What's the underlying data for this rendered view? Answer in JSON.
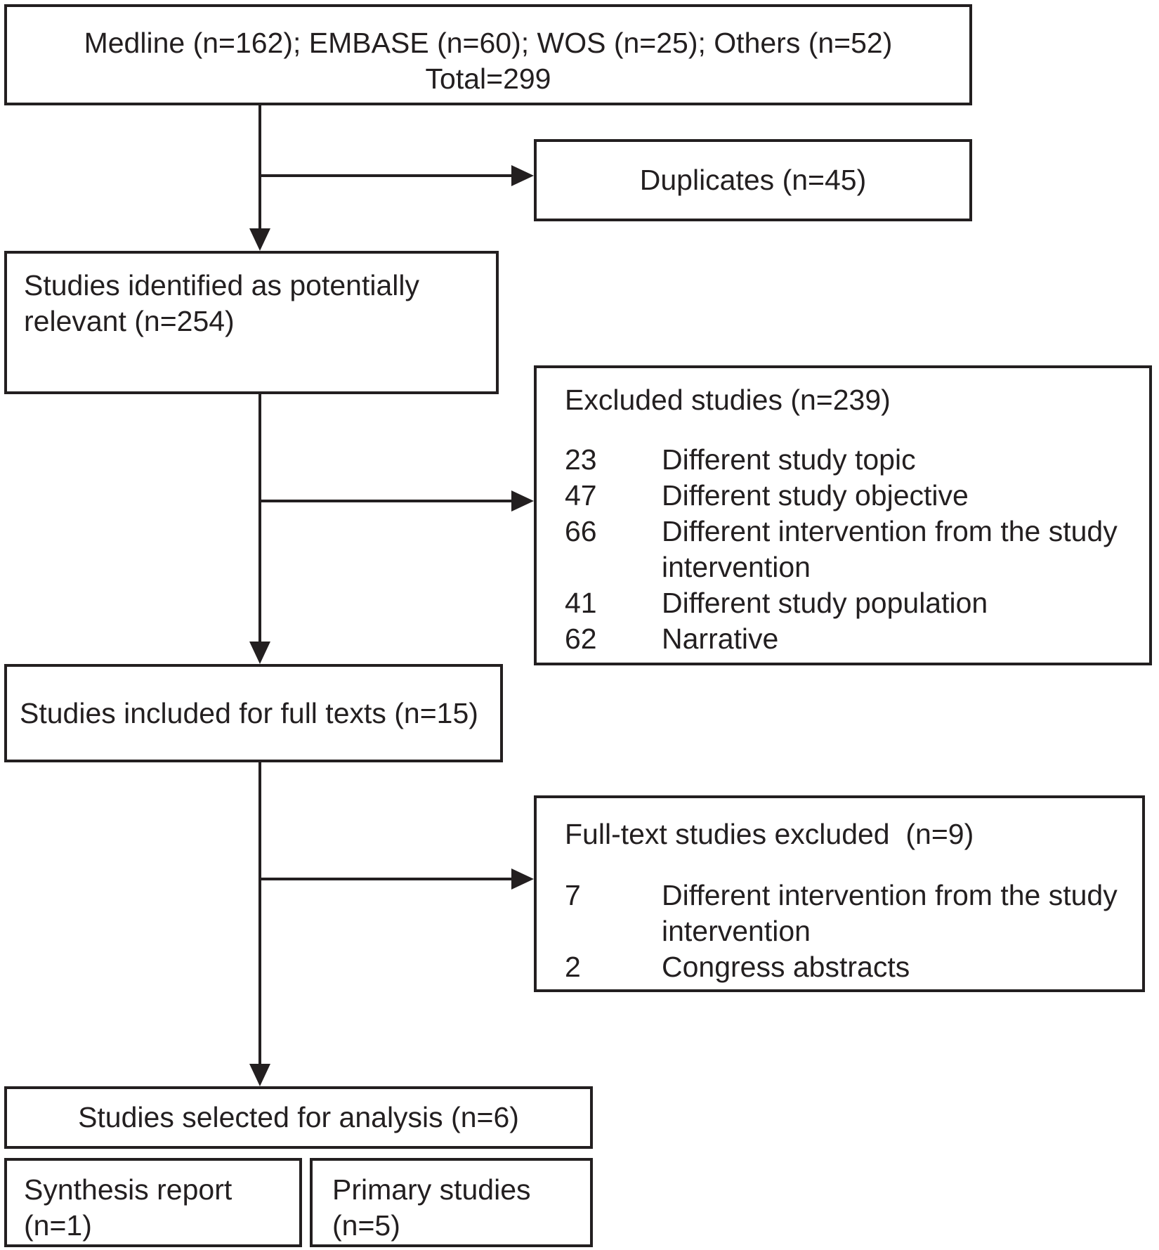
{
  "diagram": {
    "top_box": {
      "line1": "Medline (n=162); EMBASE (n=60); WOS (n=25); Others (n=52)",
      "line2": "Total=299"
    },
    "duplicates_box": {
      "label": "Duplicates (n=45)"
    },
    "identified_box": {
      "line1": "Studies identified as potentially",
      "line2": "relevant (n=254)"
    },
    "excluded_box": {
      "title": "Excluded studies (n=239)",
      "items": [
        {
          "count": "23",
          "reason": "Different study topic"
        },
        {
          "count": "47",
          "reason": "Different study objective"
        },
        {
          "count": "66",
          "reason": "Different intervention from the study intervention"
        },
        {
          "count": "41",
          "reason": "Different study population"
        },
        {
          "count": "62",
          "reason": "Narrative"
        }
      ]
    },
    "included_box": {
      "label": "Studies included for full texts (n=15)"
    },
    "fulltext_excluded_box": {
      "title": "Full-text studies excluded  (n=9)",
      "items": [
        {
          "count": "7",
          "reason": "Different intervention from the study intervention"
        },
        {
          "count": "2",
          "reason": "Congress abstracts"
        }
      ]
    },
    "selected_box": {
      "label": "Studies selected for analysis (n=6)"
    },
    "synthesis_box": {
      "line1": "Synthesis report",
      "line2": "(n=1)"
    },
    "primary_box": {
      "line1": "Primary studies",
      "line2": "(n=5)"
    }
  },
  "colors": {
    "ink": "#231f20",
    "background": "#ffffff"
  }
}
